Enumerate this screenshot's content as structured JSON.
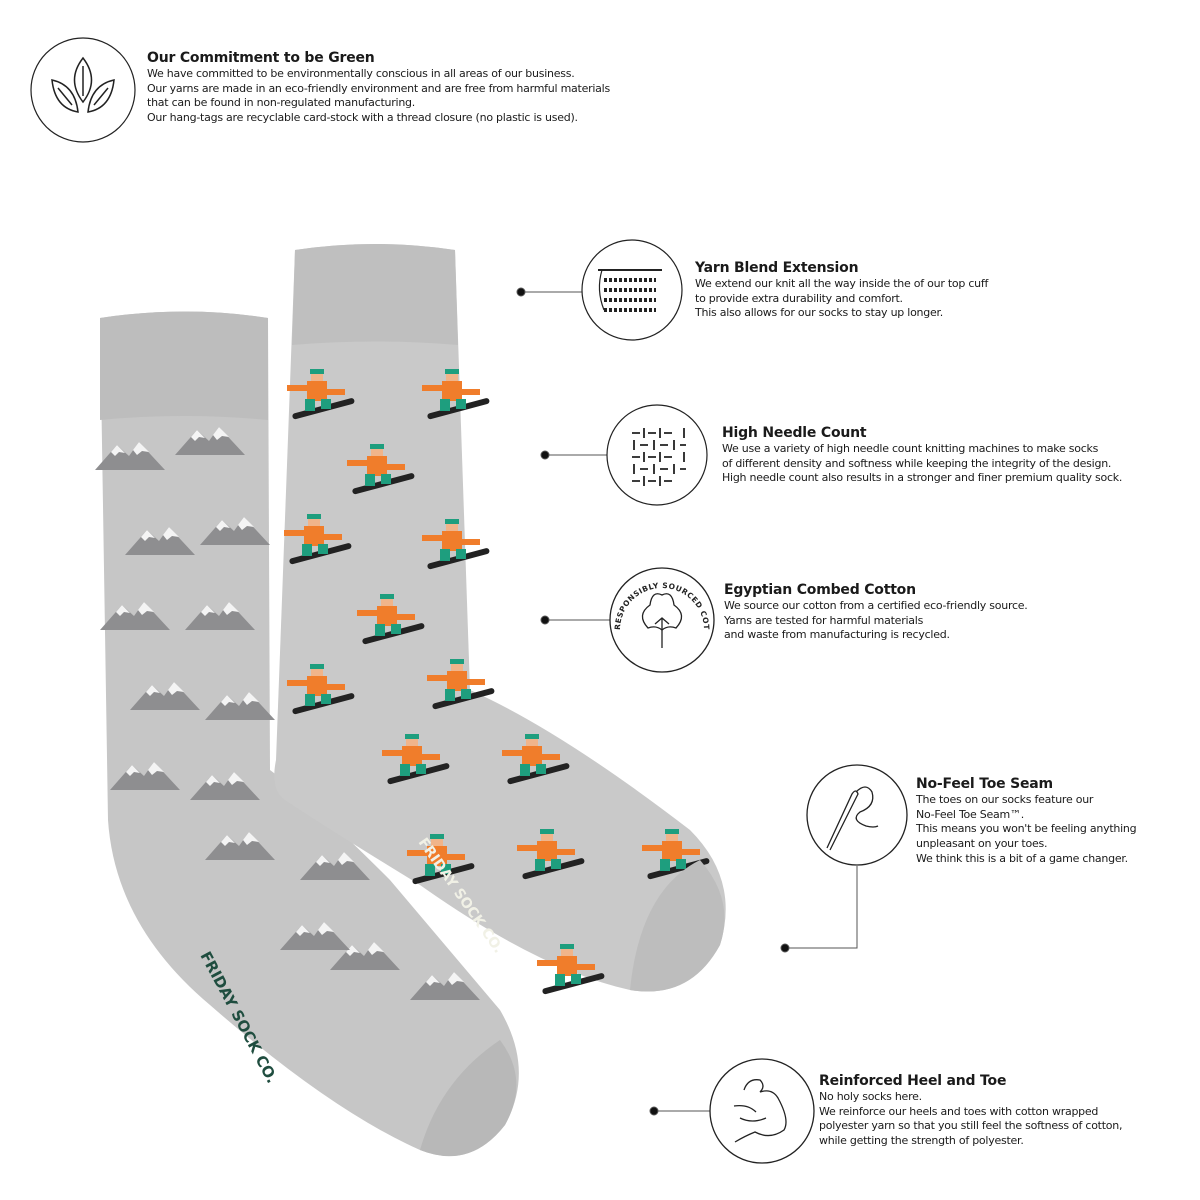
{
  "colors": {
    "text": "#1a1a1a",
    "sock_gray": "#c4c4c4",
    "mountain_dark": "#8e8e90",
    "snow": "#f4f4f4",
    "jacket_orange": "#f07d2b",
    "pants_teal": "#1e9e7e",
    "logo_green": "#1f4d3f"
  },
  "sock_logo_text": "FRIDAY SOCK CO.",
  "commitment": {
    "icon": "leaves-icon",
    "title": "Our Commitment to be Green",
    "lines": [
      "We have committed to be environmentally conscious in all areas of our business.",
      "Our yarns are made in an eco-friendly environment and are free from harmful materials",
      "that can be found in non-regulated manufacturing.",
      "Our hang-tags are recyclable card-stock with a thread closure (no plastic is used)."
    ]
  },
  "features": [
    {
      "icon": "knit-stitch-icon",
      "title": "Yarn Blend Extension",
      "lines": [
        "We extend our knit all the way inside the of our top cuff",
        "to provide extra durability and comfort.",
        "This also allows for our socks to stay up longer."
      ]
    },
    {
      "icon": "needle-grid-icon",
      "title": "High Needle Count",
      "lines": [
        "We use a variety of high needle count knitting machines to make socks",
        "of different density and softness while keeping the integrity of the design.",
        "High needle count also results in a stronger and finer premium quality sock."
      ]
    },
    {
      "icon": "cotton-icon",
      "badge_text": "RESPONSIBLY SOURCED COTTON",
      "title": "Egyptian Combed Cotton",
      "lines": [
        "We source our cotton from a certified eco-friendly source.",
        "Yarns are tested for harmful materials",
        "and waste from manufacturing is recycled."
      ]
    },
    {
      "icon": "needle-thread-icon",
      "title": "No-Feel Toe Seam",
      "lines": [
        "The toes on our socks feature our",
        "No-Feel Toe Seam™.",
        "This means you won't be feeling anything",
        "unpleasant on your toes.",
        "We think this is a bit of a game changer."
      ]
    },
    {
      "icon": "flexed-arm-icon",
      "title": "Reinforced Heel and Toe",
      "lines": [
        "No holy socks here.",
        "We reinforce our heels and toes with cotton wrapped",
        "polyester yarn so that you still feel the softness of cotton,",
        "while getting the strength of polyester."
      ]
    }
  ]
}
